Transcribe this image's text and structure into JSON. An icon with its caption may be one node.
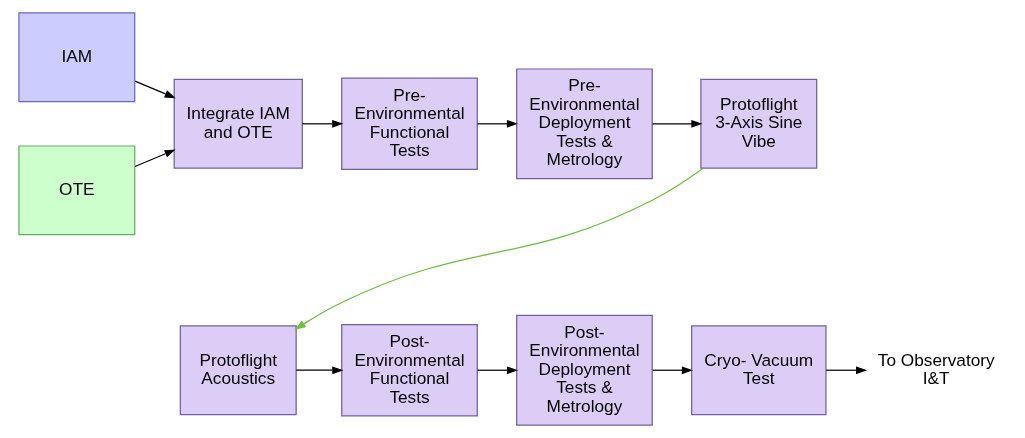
{
  "diagram": {
    "nodes": [
      {
        "text": [
          "IAM"
        ]
      },
      {
        "text": [
          "OTE"
        ]
      },
      {
        "text": [
          "Integrate IAM and OTE"
        ]
      },
      {
        "text": [
          "Pre- Environmental Functional Tests"
        ]
      },
      {
        "text": [
          "Pre- Environmental Deployment Tests & Metrology"
        ]
      },
      {
        "text": [
          "Protoflight 3-Axis Sine Vibe"
        ]
      },
      {
        "text": [
          "Protoflight Acoustics"
        ]
      },
      {
        "text": [
          "Post- Environmental Functional Tests"
        ]
      },
      {
        "text": [
          "Post- Environmental Deployment Tests & Metrology"
        ]
      },
      {
        "text": [
          "Cryo- Vacuum Test"
        ]
      },
      {
        "text": [
          "To Observatory I&T"
        ]
      }
    ],
    "edges": [
      {
        "from": 0,
        "to": 2,
        "arrow": "to"
      },
      {
        "from": 1,
        "to": 2,
        "arrow": "to"
      },
      {
        "from": 2,
        "to": 3,
        "arrow": "to"
      },
      {
        "from": 3,
        "to": 4,
        "arrow": "to"
      },
      {
        "from": 4,
        "to": 5,
        "arrow": "to"
      },
      {
        "from": 5,
        "to": 6,
        "arrow": "to",
        "color": "#6cbf3c"
      },
      {
        "from": 6,
        "to": 7,
        "arrow": "to"
      },
      {
        "from": 7,
        "to": 8,
        "arrow": "to"
      },
      {
        "from": 8,
        "to": 9,
        "arrow": "to"
      },
      {
        "from": 9,
        "to": 10,
        "arrow": "to"
      }
    ]
  }
}
